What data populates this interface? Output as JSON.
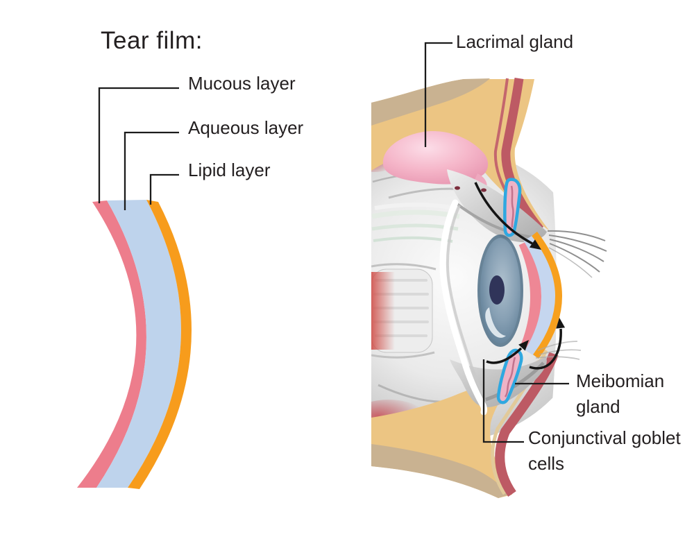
{
  "title": {
    "text": "Tear film:"
  },
  "tear_film_labels": {
    "mucous": "Mucous layer",
    "aqueous": "Aqueous layer",
    "lipid": "Lipid layer"
  },
  "eye_labels": {
    "lacrimal": "Lacrimal gland",
    "meibomian": "Meibomian gland",
    "conjunctival": "Conjunctival goblet cells"
  },
  "colors": {
    "mucous_pink": "#ed7d8c",
    "aqueous_blue": "#bed3ec",
    "lipid_orange": "#f79c1c",
    "skin_tan": "#ecc583",
    "bone_khaki": "#c9b291",
    "muscle_maroon": "#bd5a64",
    "lacrimal_pink": "#f5b6c9",
    "gland_duct_blue": "#2fa8e0",
    "gland_interior_pink": "#eeb3c6",
    "iris_blue_gray": "#87a0b4",
    "pupil_navy": "#303459",
    "annotation_line": "#1b1b1b",
    "text": "#231f20"
  }
}
